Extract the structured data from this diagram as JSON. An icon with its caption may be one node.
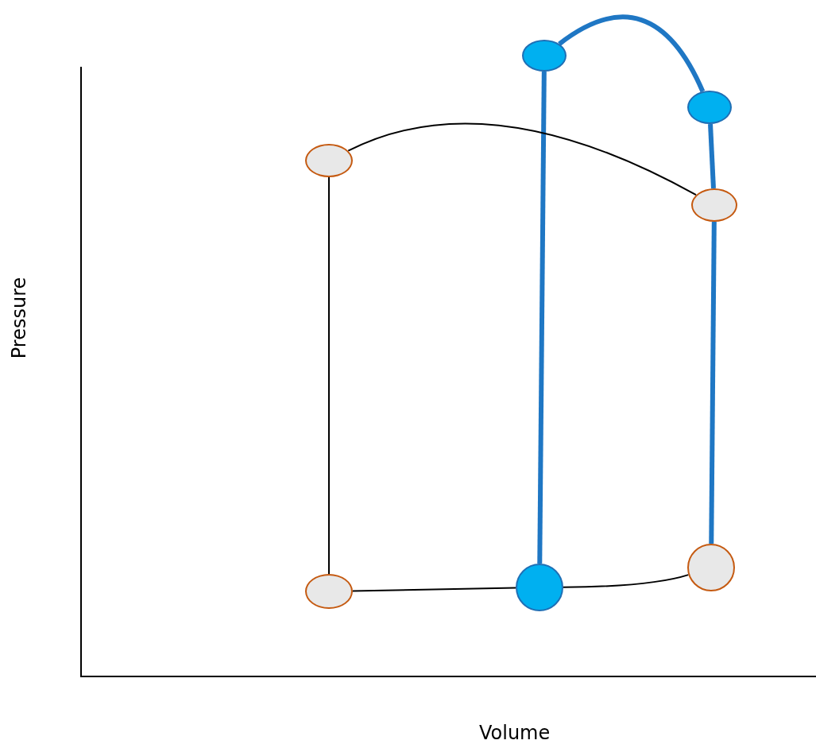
{
  "diagram": {
    "nodes": [
      {
        "text": [],
        "shape": "circle"
      },
      {
        "text": [],
        "shape": "circle"
      },
      {
        "text": [],
        "shape": "circle"
      },
      {
        "text": [],
        "shape": "circle"
      },
      {
        "text": [],
        "shape": "circle"
      },
      {
        "text": [],
        "shape": "circle"
      },
      {
        "text": [],
        "shape": "circle"
      }
    ],
    "edges": [
      {
        "from": 0,
        "to": 1,
        "arrow": "none",
        "style": "thick",
        "color": "#1f77c4"
      },
      {
        "from": 0,
        "to": 5,
        "arrow": "none",
        "style": "thick",
        "color": "#1f77c4"
      },
      {
        "from": 1,
        "to": 3,
        "arrow": "none",
        "style": "thick",
        "color": "#1f77c4"
      },
      {
        "from": 3,
        "to": 6,
        "arrow": "none",
        "style": "thick",
        "color": "#1f77c4"
      },
      {
        "from": 2,
        "to": 3,
        "arrow": "none",
        "color": "#000000"
      },
      {
        "from": 2,
        "to": 4,
        "arrow": "none",
        "color": "#000000"
      },
      {
        "from": 4,
        "to": 5,
        "arrow": "none",
        "color": "#000000"
      },
      {
        "from": 5,
        "to": 6,
        "arrow": "none",
        "color": "#000000"
      }
    ],
    "labels": [
      "Pressure",
      "Volume"
    ]
  }
}
